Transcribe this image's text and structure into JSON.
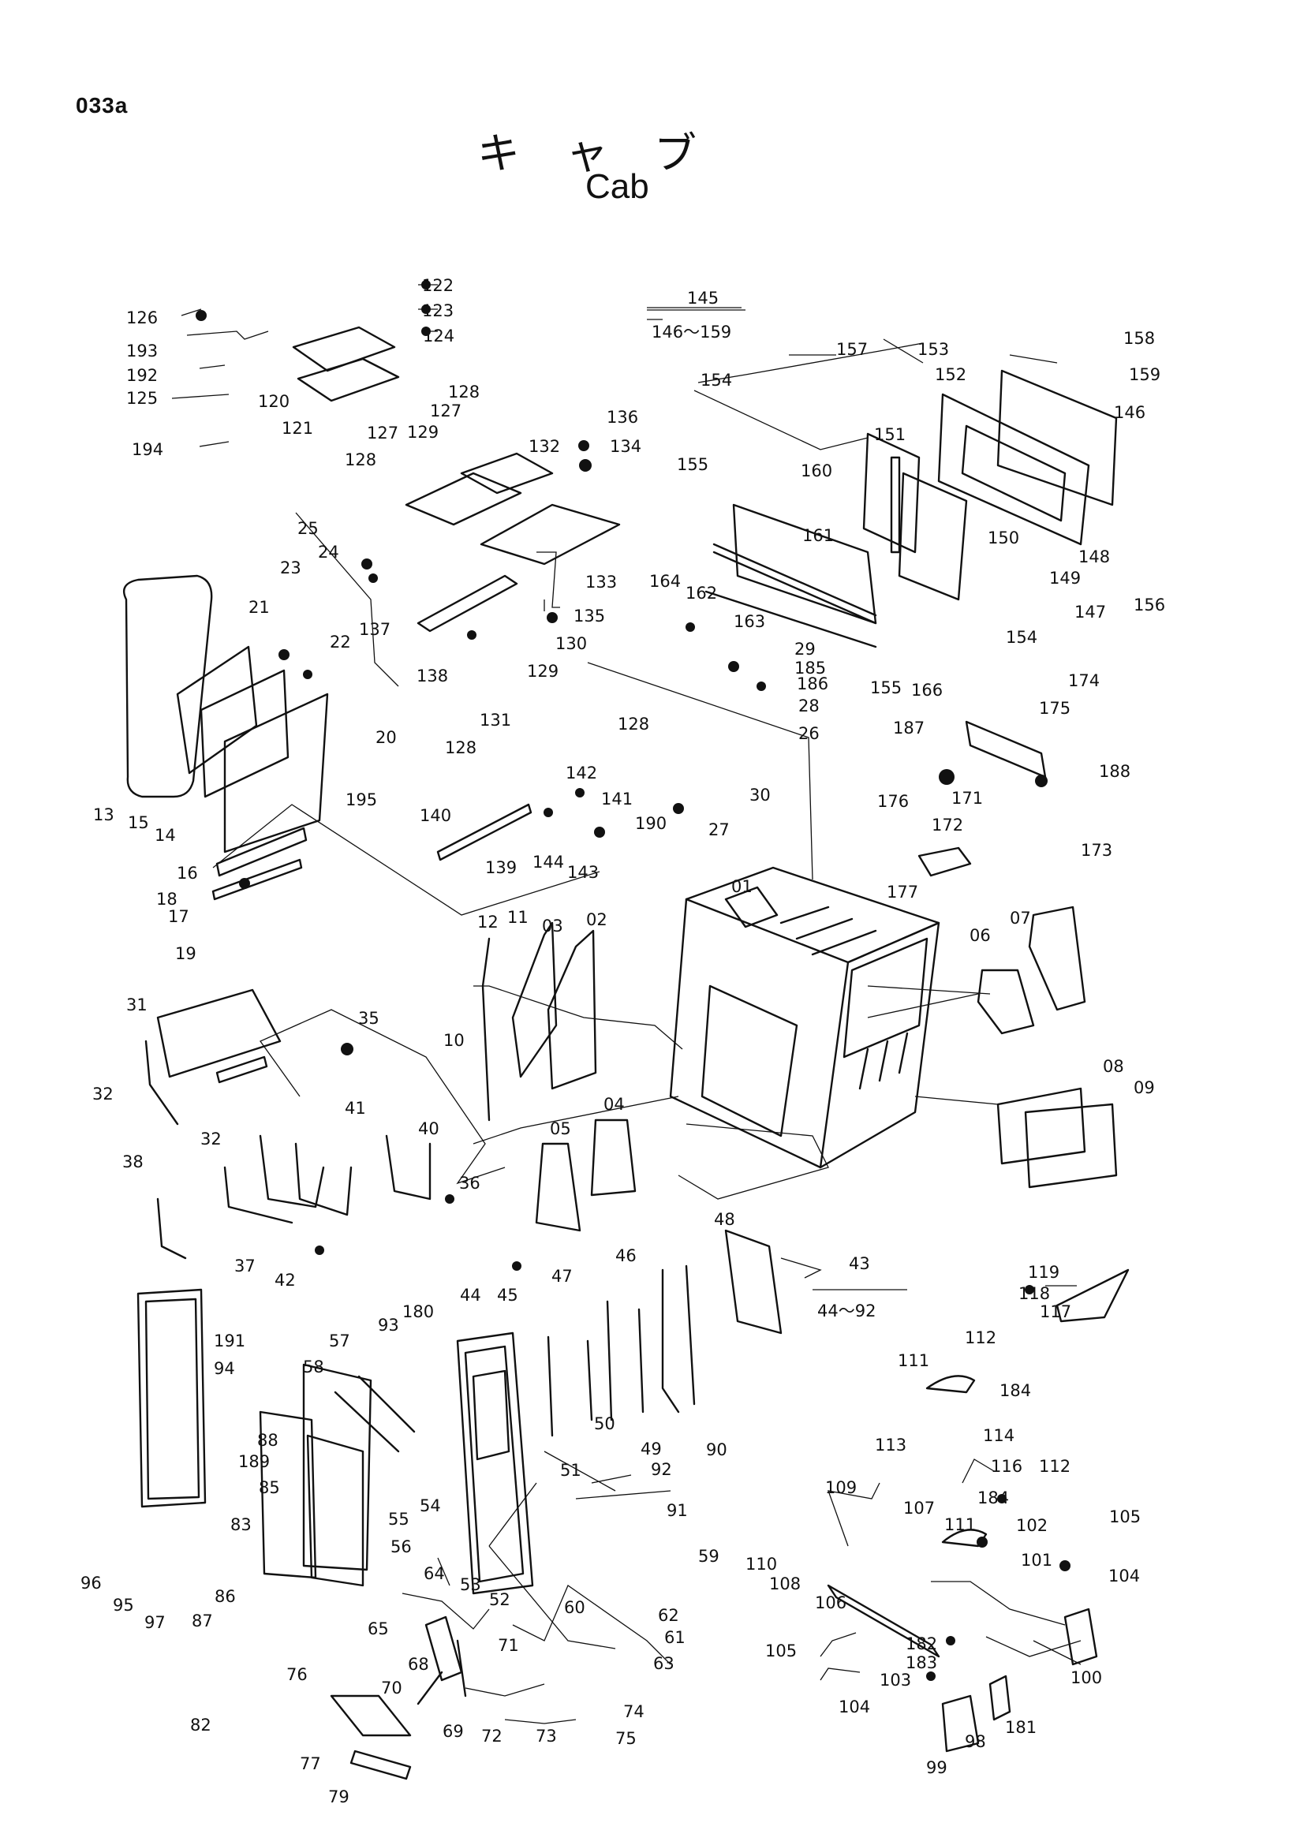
{
  "header": {
    "page_code": "033a",
    "title_jp": "キャブ",
    "title_en": "Cab"
  },
  "groups": {
    "g145": {
      "num": "145",
      "range": "146～159"
    },
    "g43": {
      "num": "43",
      "range": "44～92"
    }
  }
}
